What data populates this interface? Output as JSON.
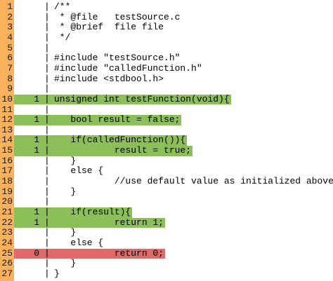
{
  "colors": {
    "gutter": "#f9b15c",
    "covered": "#8cbf5a",
    "uncovered": "#e06a6a"
  },
  "lines": [
    {
      "n": "1",
      "count": "",
      "code": "/**",
      "status": "none"
    },
    {
      "n": "2",
      "count": "",
      "code": " * @file   testSource.c",
      "status": "none"
    },
    {
      "n": "3",
      "count": "",
      "code": " * @brief  file file",
      "status": "none"
    },
    {
      "n": "4",
      "count": "",
      "code": " */",
      "status": "none"
    },
    {
      "n": "5",
      "count": "",
      "code": "",
      "status": "none"
    },
    {
      "n": "6",
      "count": "",
      "code": "#include \"testSource.h\"",
      "status": "none"
    },
    {
      "n": "7",
      "count": "",
      "code": "#include \"calledFunction.h\"",
      "status": "none"
    },
    {
      "n": "8",
      "count": "",
      "code": "#include <stdbool.h>",
      "status": "none"
    },
    {
      "n": "9",
      "count": "",
      "code": "",
      "status": "none"
    },
    {
      "n": "10",
      "count": "1",
      "code": "unsigned int testFunction(void){",
      "status": "covered"
    },
    {
      "n": "11",
      "count": "",
      "code": "",
      "status": "none"
    },
    {
      "n": "12",
      "count": "1",
      "code": "   bool result = false;",
      "status": "covered"
    },
    {
      "n": "13",
      "count": "",
      "code": "",
      "status": "none"
    },
    {
      "n": "14",
      "count": "1",
      "code": "   if(calledFunction()){",
      "status": "covered"
    },
    {
      "n": "15",
      "count": "1",
      "code": "           result = true;",
      "status": "covered"
    },
    {
      "n": "16",
      "count": "",
      "code": "   }",
      "status": "none"
    },
    {
      "n": "17",
      "count": "",
      "code": "   else {",
      "status": "none"
    },
    {
      "n": "18",
      "count": "",
      "code": "           //use default value as initialized above",
      "status": "none"
    },
    {
      "n": "19",
      "count": "",
      "code": "   }",
      "status": "none"
    },
    {
      "n": "20",
      "count": "",
      "code": "",
      "status": "none"
    },
    {
      "n": "21",
      "count": "1",
      "code": "   if(result){",
      "status": "covered"
    },
    {
      "n": "22",
      "count": "1",
      "code": "           return 1;",
      "status": "covered"
    },
    {
      "n": "23",
      "count": "",
      "code": "   }",
      "status": "none"
    },
    {
      "n": "24",
      "count": "",
      "code": "   else {",
      "status": "none"
    },
    {
      "n": "25",
      "count": "0",
      "code": "           return 0;",
      "status": "uncovered"
    },
    {
      "n": "26",
      "count": "",
      "code": "   }",
      "status": "none"
    },
    {
      "n": "27",
      "count": "",
      "code": "}",
      "status": "none"
    }
  ],
  "separator": "|"
}
